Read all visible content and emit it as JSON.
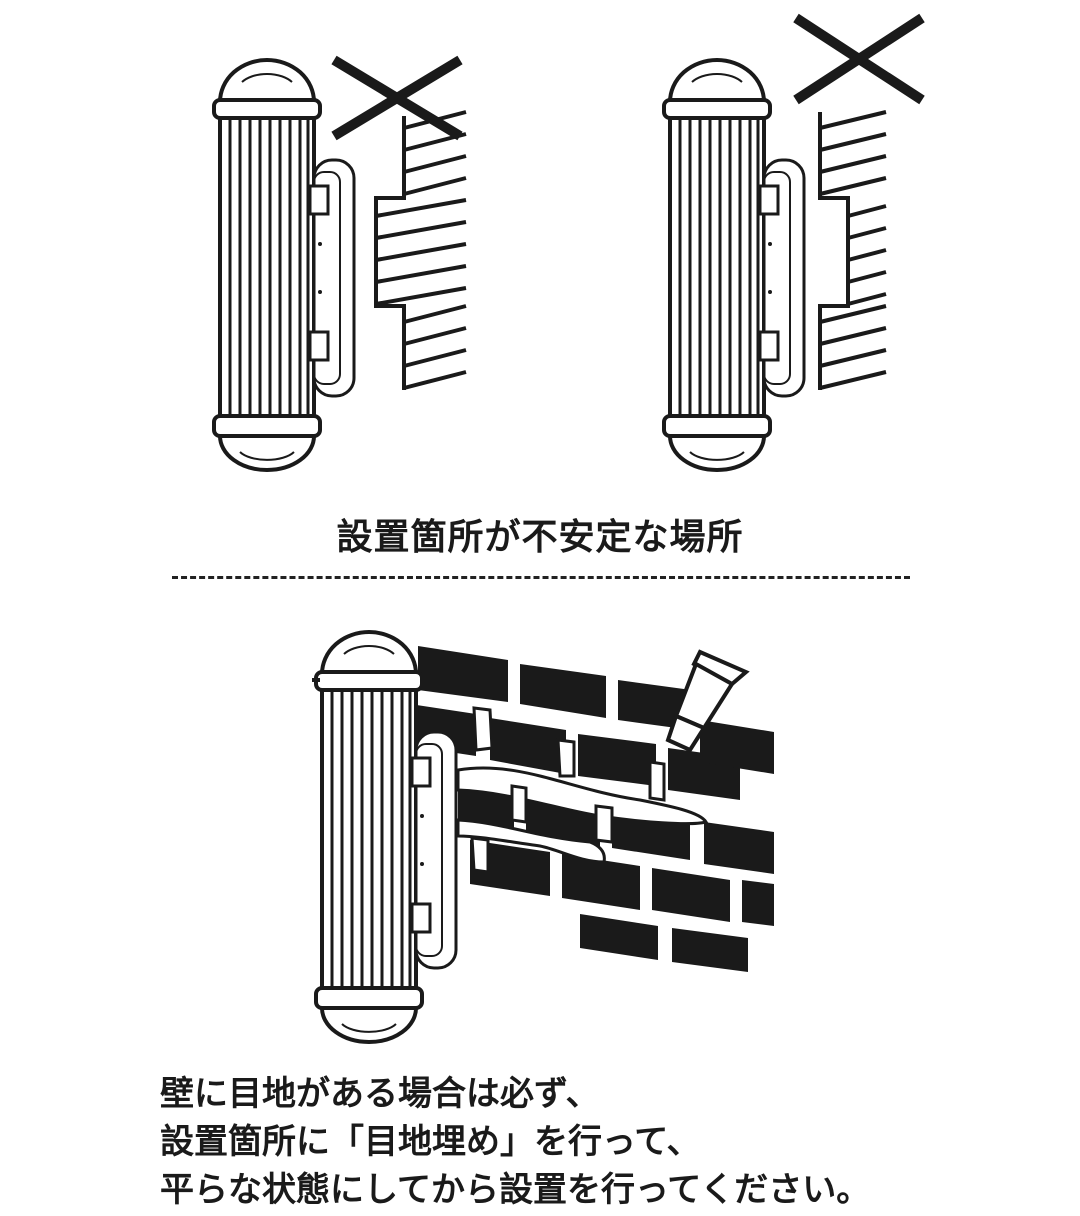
{
  "captions": {
    "top": "設置箇所が不安定な場所",
    "bottom_lines": [
      "壁に目地がある場合は必ず、",
      "設置箇所に「目地埋め」を行って、",
      "平らな状態にしてから設置を行ってください。"
    ]
  },
  "icons": {
    "ng_mark": "x-mark-icon",
    "device": "sensor-light-icon",
    "caulk": "caulk-tube-icon"
  },
  "colors": {
    "ink": "#1a1a1a",
    "background": "#ffffff",
    "brick": "#1a1a1a",
    "mortar": "#ffffff"
  }
}
